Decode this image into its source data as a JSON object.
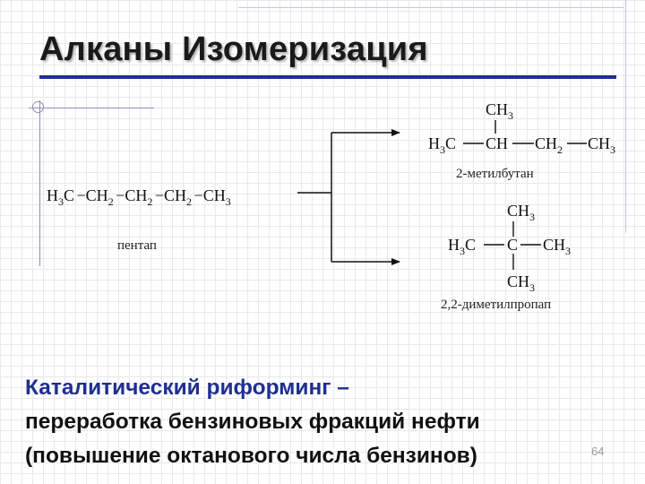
{
  "slide": {
    "title": "Алканы Изомеризация",
    "page_number": "64"
  },
  "reaction": {
    "reactant": {
      "formula": {
        "g1": "H",
        "g1sub": "3",
        "g1b": "C",
        "g2": "CH",
        "g2sub": "2",
        "g3": "CH",
        "g3sub": "2",
        "g4": "CH",
        "g4sub": "2",
        "g5": "CH",
        "g5sub": "3"
      },
      "name": "пентап"
    },
    "product1": {
      "top": "CH",
      "top_sub": "3",
      "left": "H",
      "left_sub": "3",
      "left_b": "C",
      "center": "CH",
      "right1": "CH",
      "right1_sub": "2",
      "right2": "CH",
      "right2_sub": "3",
      "name": "2-метилбутан"
    },
    "product2": {
      "top": "CH",
      "top_sub": "3",
      "left": "H",
      "left_sub": "3",
      "left_b": "C",
      "center": "C",
      "right": "CH",
      "right_sub": "3",
      "bottom": "CH",
      "bottom_sub": "3",
      "name": "2,2-диметилпропап"
    }
  },
  "description": {
    "heading": "Каталитический риформинг –",
    "line2": "переработка бензиновых фракций нефти",
    "line3": "(повышение октанового числа бензинов)"
  },
  "colors": {
    "accent": "#1f2f8f",
    "text": "#111111"
  }
}
